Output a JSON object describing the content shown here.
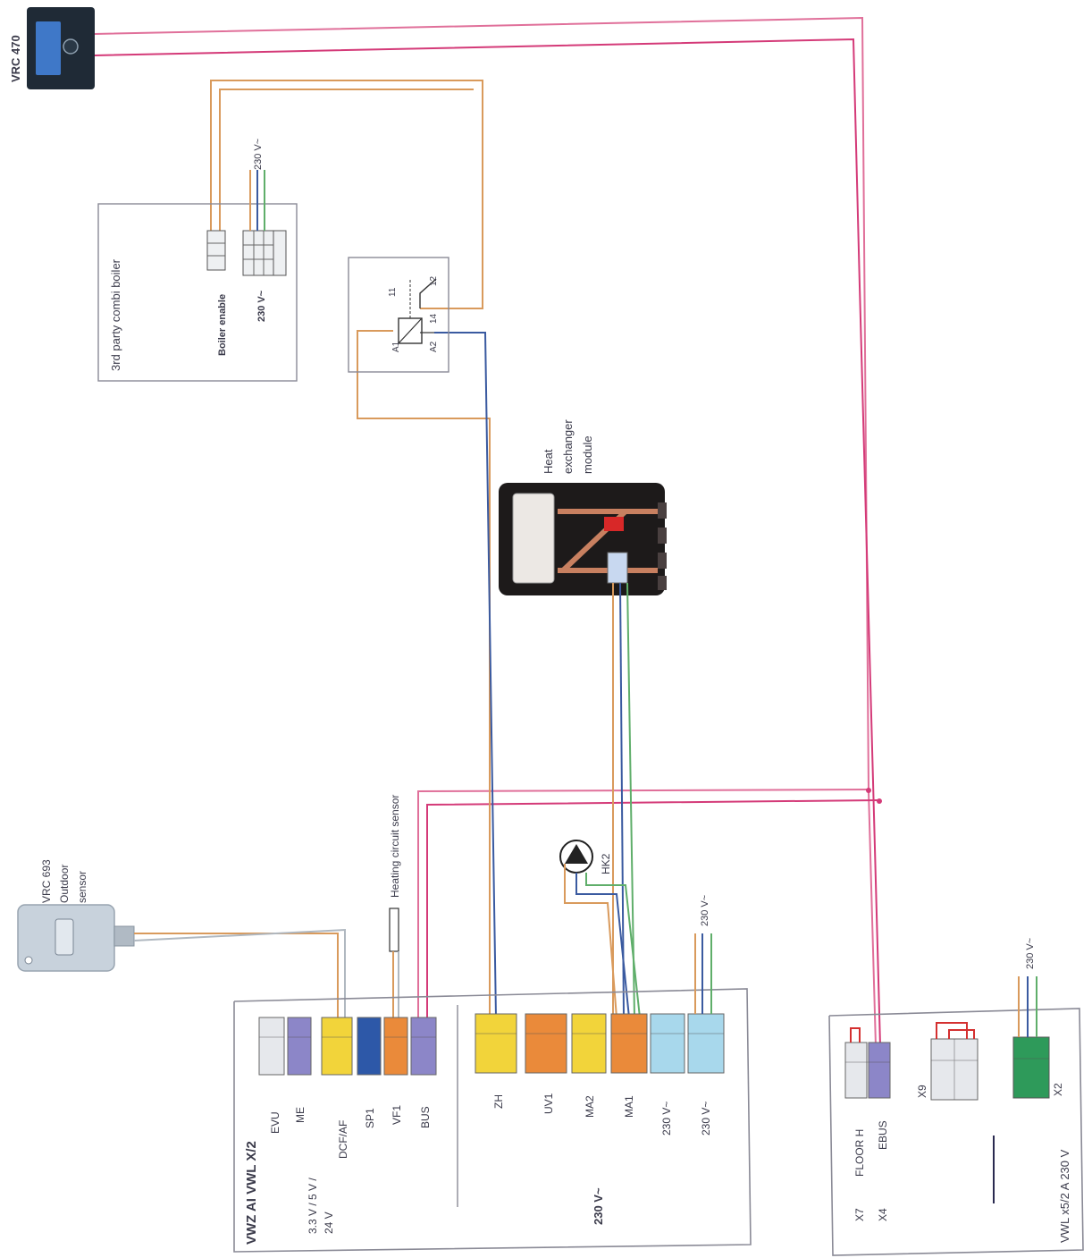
{
  "controller": {
    "label": "VRC 470"
  },
  "boiler": {
    "title": "3rd party combi boiler",
    "enable_label": "Boiler enable",
    "power_label": "230 V~",
    "supply_label": "230 V~"
  },
  "relay": {
    "a1": "A1",
    "a2": "A2",
    "t11": "11",
    "t12": "12",
    "t14": "14"
  },
  "heat_exchanger": {
    "line1": "Heat",
    "line2": "exchanger",
    "line3": "module"
  },
  "outdoor_sensor": {
    "line1": "VRC 693",
    "line2": "Outdoor",
    "line3": "sensor"
  },
  "heating_circuit_sensor": {
    "label": "Heating circuit sensor"
  },
  "pump": {
    "label": "HK2"
  },
  "vwz_unit": {
    "title": "VWZ AI VWL X/2",
    "voltage_low_a": "3.3 V / 5 V /",
    "voltage_low_b": "24 V",
    "voltage_main": "230 V~",
    "supply_label": "230 V~",
    "terminals_low": [
      "EVU",
      "ME",
      "DCF/AF",
      "SP1",
      "VF1",
      "BUS"
    ],
    "terminals_high": [
      "ZH",
      "UV1",
      "MA2",
      "MA1",
      "230 V~",
      "230 V~"
    ]
  },
  "outdoor_unit": {
    "title": "VWL x5/2 A 230 V",
    "x7": "X7",
    "x4": "X4",
    "floor_label": "FLOOR H",
    "ebus_label": "EBUS",
    "x9": "X9",
    "x2": "X2",
    "supply_label": "230 V~"
  },
  "colors": {
    "bus_pink": "#e0709a",
    "bus_magenta": "#d43a78",
    "wire_orange": "#d99a5c",
    "wire_blue": "#3a5aa0",
    "wire_green": "#5fae6a",
    "wire_grey": "#b0b8c0",
    "term_yellow": "#f2d43a",
    "term_orange": "#ea8a3a",
    "term_blue": "#2d58a8",
    "term_purple": "#8c86c8",
    "term_cyan": "#a8d8ec",
    "term_white": "#e6e8ec",
    "term_green": "#2e9a5a"
  }
}
